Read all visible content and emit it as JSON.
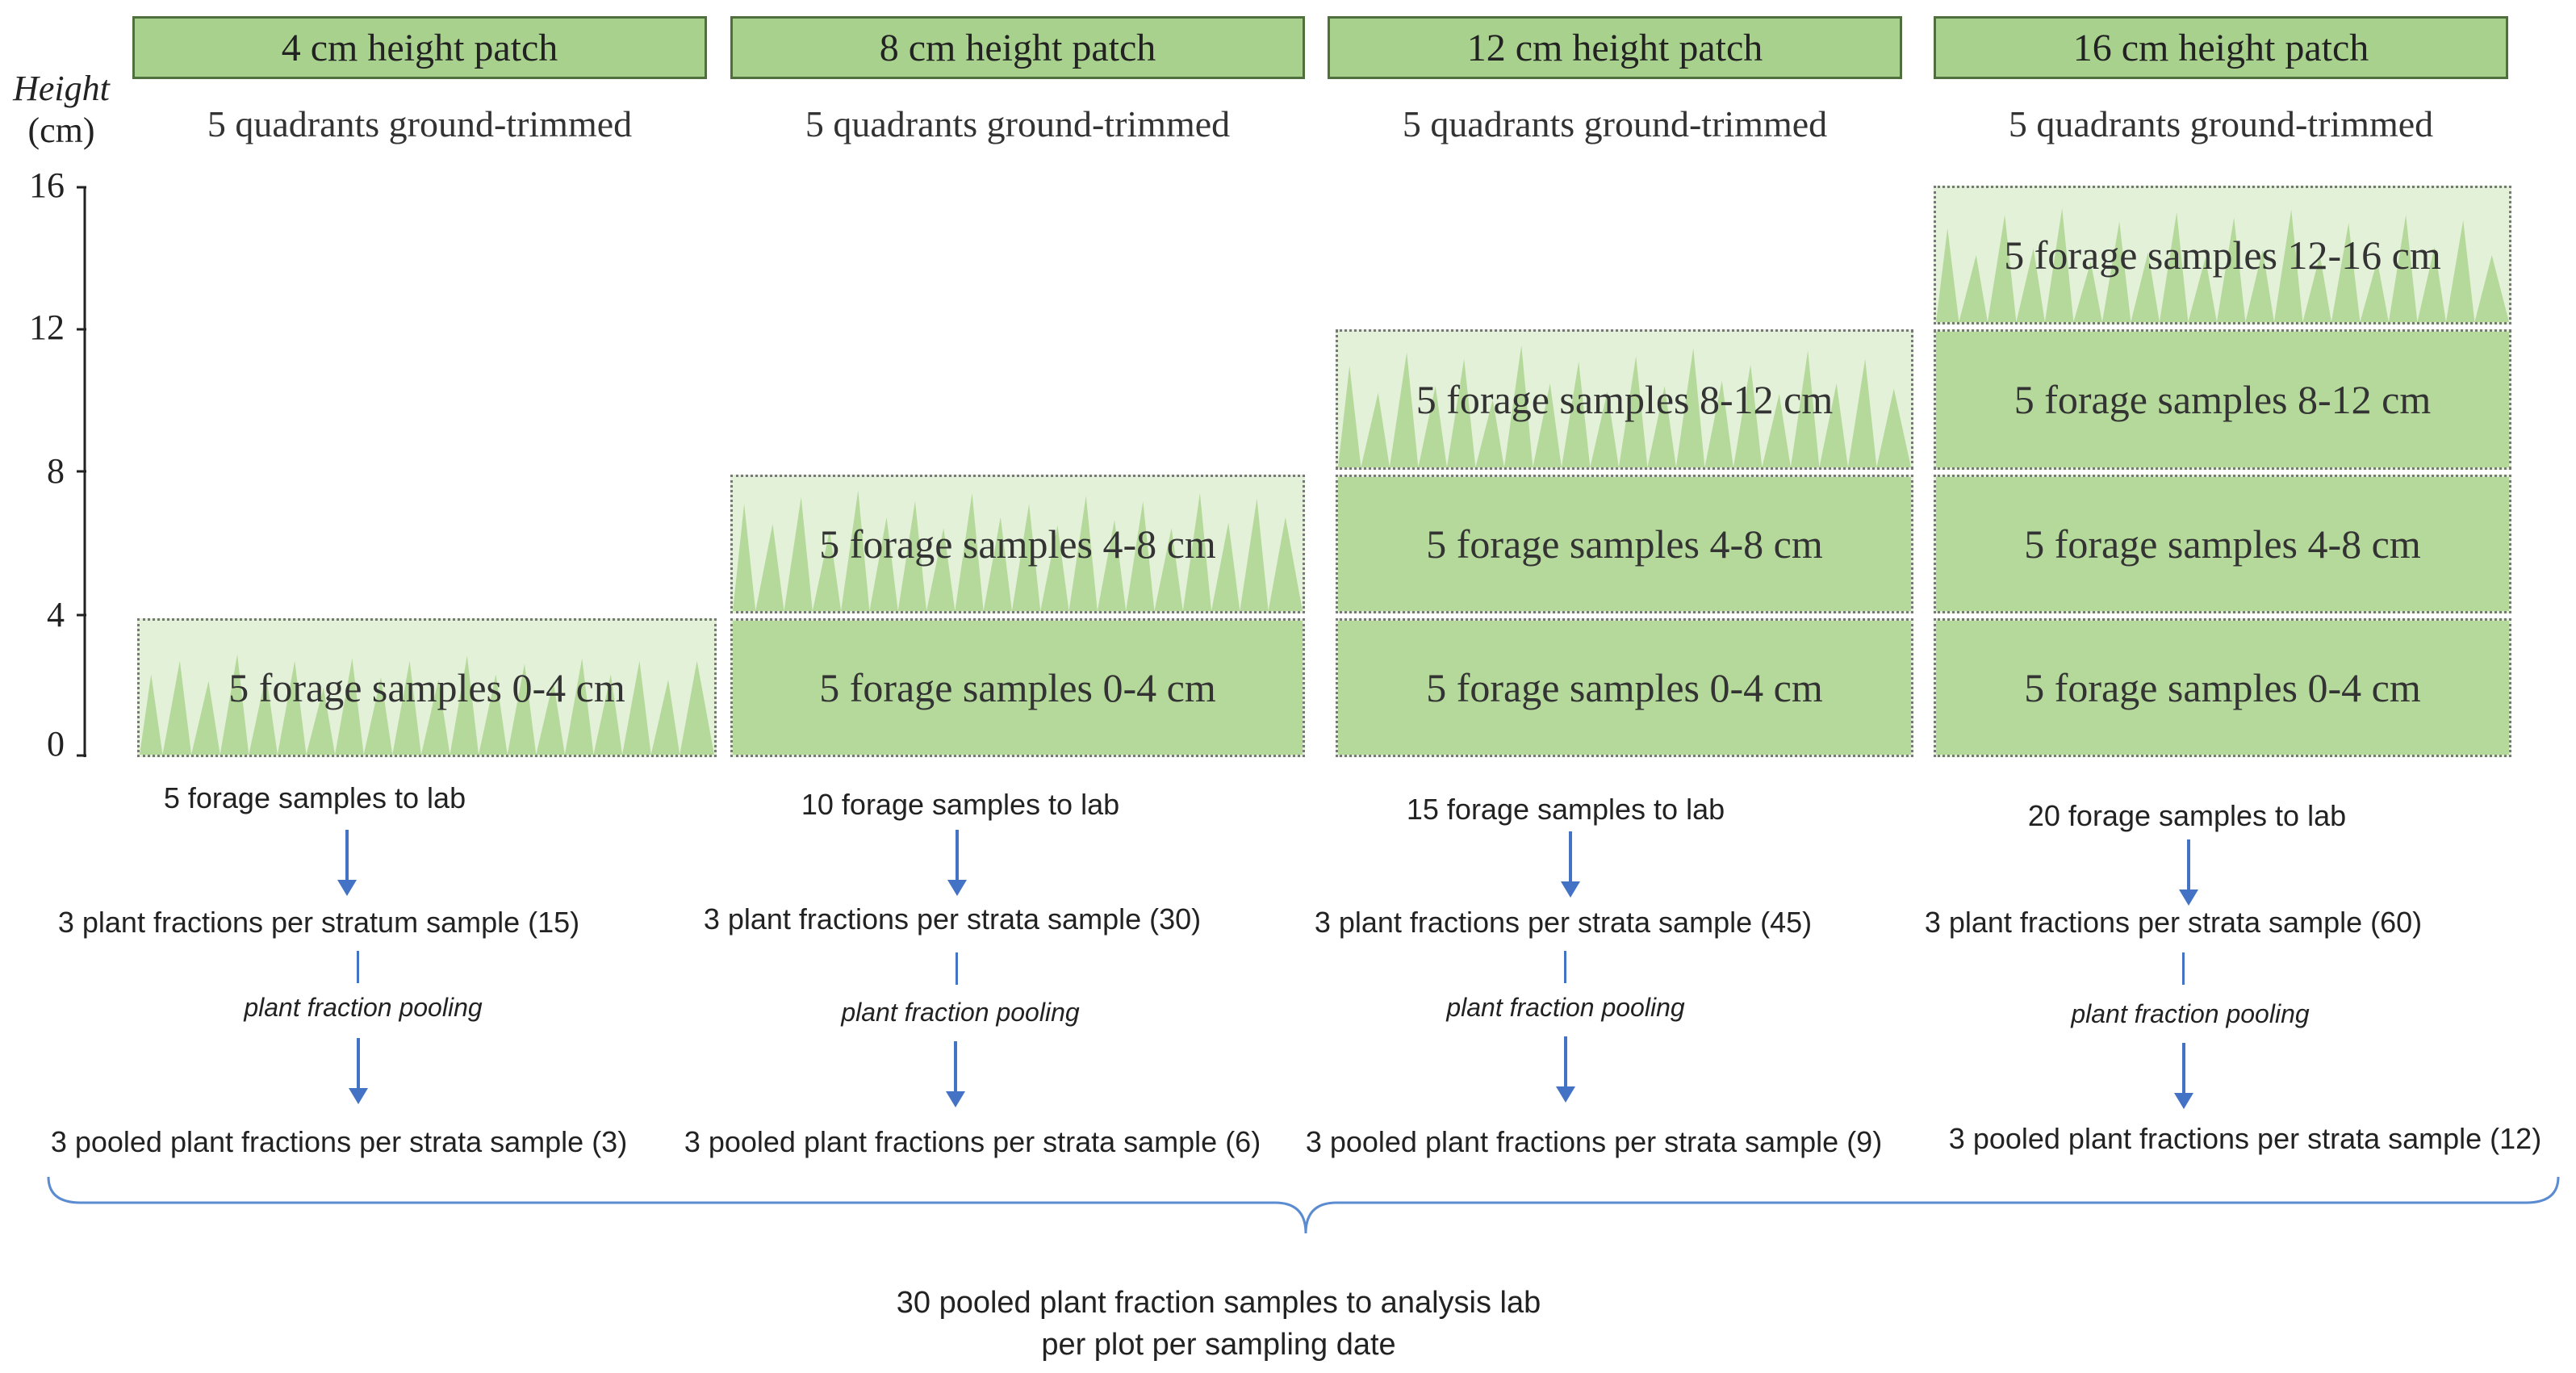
{
  "axis": {
    "title_line1": "Height",
    "title_line2": "(cm)",
    "ticks": [
      "16",
      "12",
      "8",
      "4",
      "0"
    ]
  },
  "patches": [
    {
      "title": "4 cm height patch",
      "quadrants": "5 quadrants ground-trimmed",
      "strata": [
        "5 forage samples 0-4 cm"
      ],
      "to_lab": "5 forage samples to lab",
      "fractions": "3 plant fractions per stratum sample (15)",
      "pooling": "plant fraction pooling",
      "pooled": "3 pooled plant fractions per strata sample (3)"
    },
    {
      "title": "8 cm height patch",
      "quadrants": "5 quadrants ground-trimmed",
      "strata": [
        "5 forage samples 0-4 cm",
        "5 forage samples 4-8 cm"
      ],
      "to_lab": "10 forage samples to lab",
      "fractions": "3 plant fractions per strata sample (30)",
      "pooling": "plant fraction pooling",
      "pooled": "3 pooled plant fractions per strata sample (6)"
    },
    {
      "title": "12 cm height patch",
      "quadrants": "5 quadrants ground-trimmed",
      "strata": [
        "5 forage samples 0-4 cm",
        "5 forage samples 4-8 cm",
        "5 forage samples 8-12 cm"
      ],
      "to_lab": "15 forage samples to lab",
      "fractions": "3 plant fractions per strata sample (45)",
      "pooling": "plant fraction pooling",
      "pooled": "3 pooled plant fractions per strata sample (9)"
    },
    {
      "title": "16 cm height patch",
      "quadrants": "5 quadrants ground-trimmed",
      "strata": [
        "5 forage samples 0-4 cm",
        "5 forage samples 4-8 cm",
        "5 forage samples 8-12 cm",
        "5 forage samples 12-16 cm"
      ],
      "to_lab": "20 forage samples to lab",
      "fractions": "3 plant fractions per strata sample (60)",
      "pooling": "plant fraction pooling",
      "pooled": "3 pooled plant fractions per strata sample (12)"
    }
  ],
  "summary": {
    "line1": "30 pooled plant fraction samples to analysis lab",
    "line2": "per plot per sampling date"
  },
  "colors": {
    "header_fill": "#a9d18e",
    "grass": "#8fc46a",
    "arrow": "#4472c4"
  }
}
